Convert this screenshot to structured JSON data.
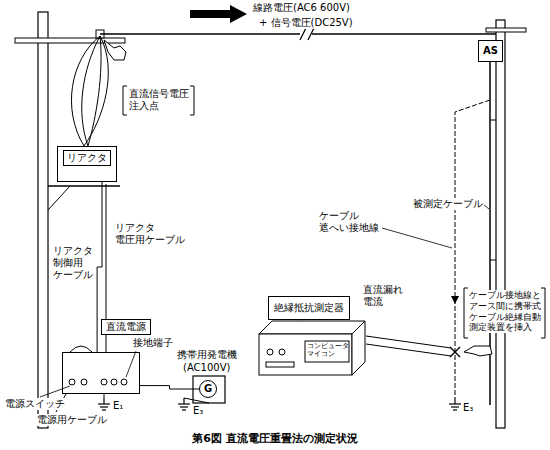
{
  "diagram": {
    "caption": "第6図 直流電圧重畳法の測定状況",
    "nodes": [
      {
        "text": [
          "リアクタ"
        ]
      },
      {
        "text": [
          "直流電源"
        ]
      },
      {
        "text": [
          "G"
        ]
      },
      {
        "text": [
          "絶縁抵抗測定器"
        ]
      },
      {
        "text": [
          "コンピュータ マイコン"
        ]
      },
      {
        "text": [
          "AS"
        ]
      }
    ],
    "edges": [
      {
        "from": 0,
        "to": 1,
        "arrow": "none"
      },
      {
        "from": 1,
        "to": 2,
        "arrow": "none"
      },
      {
        "from": 3,
        "to": 4,
        "arrow": "none"
      }
    ],
    "labels": [
      "線路電圧(AC6 600V)",
      "+ 信号電圧(DC25V)",
      "直流信号電圧 注入点",
      "リアクタ 電圧用ケーブル",
      "リアクタ 制御用 ケーブル",
      "接地端子",
      "携帯用発電機",
      "(AC100V)",
      "電源スイッチ",
      "電源用ケーブル",
      "E₁",
      "E₃",
      "被測定ケーブル",
      "ケーブル 遮へい接地線",
      "直流漏れ 電流",
      "ケーブル接地線と アース間に携帯式 ケーブル絶縁自動 測定装置を挿入",
      "E₃"
    ]
  }
}
